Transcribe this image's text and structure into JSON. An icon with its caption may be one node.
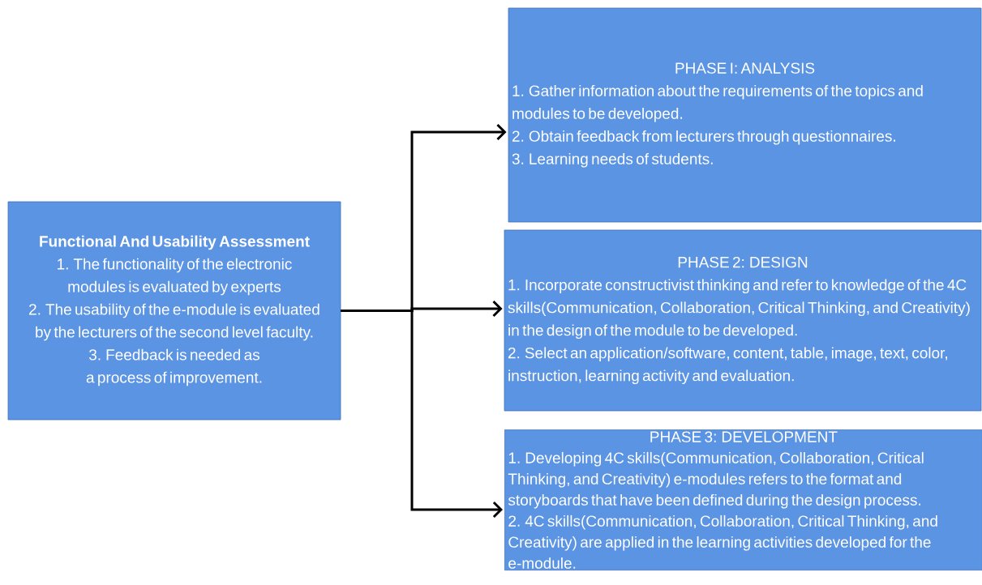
{
  "diagram": {
    "nodes": [
      {
        "text": [
          "Functional And Usability Assessment",
          "1. The functionality of the electronic modules is evaluated by experts",
          "2. The usability of the e-module is evaluated by the lecturers of the second level faculty.",
          "3. Feedback is needed as a process of improvement."
        ]
      },
      {
        "text": [
          "PHASE I: ANALYSIS",
          "1. Gather information about the requirements of the topics and modules to be developed.",
          "2. Obtain feedback from lecturers through questionnaires.",
          "3. Learning needs of students."
        ]
      },
      {
        "text": [
          "PHASE 2: DESIGN",
          "1. Incorporate constructivist thinking and refer to knowledge of the 4C skills(Communication, Collaboration, Critical Thinking, and Creativity) in the design of the module to be developed.",
          "2. Select an application/software, content, table, image, text, color, instruction, learning activity and evaluation."
        ]
      },
      {
        "text": [
          "PHASE 3: DEVELOPMENT",
          "1. Developing 4C skills(Communication, Collaboration, Critical Thinking, and Creativity) e-modules refers to the format and storyboards that have been defined during the design process.",
          "2. 4C skills(Communication, Collaboration, Critical Thinking, and Creativity) are applied in the learning activities developed for the e-module."
        ]
      }
    ],
    "edges": [
      {
        "from": 0,
        "to": 1,
        "arrow": "to"
      },
      {
        "from": 0,
        "to": 2,
        "arrow": "to"
      },
      {
        "from": 0,
        "to": 3,
        "arrow": "to"
      }
    ]
  }
}
